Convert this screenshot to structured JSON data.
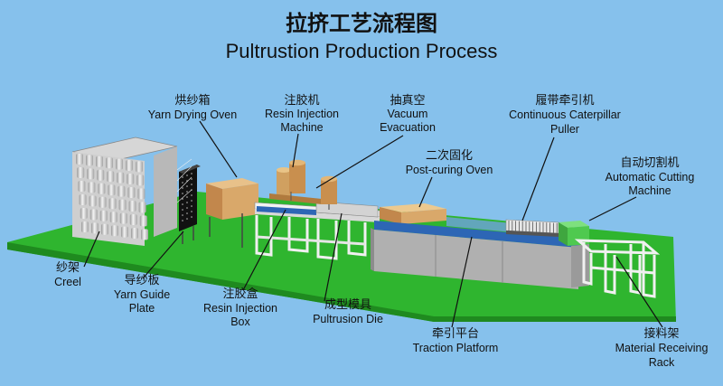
{
  "title": {
    "cn": "拉挤工艺流程图",
    "en": "Pultrustion Production Process"
  },
  "colors": {
    "background": "#86c1ec",
    "floor": "#2fb52f",
    "floor_edge": "#1f8a1f",
    "frame": "#f2f2f2",
    "oven": "#d9a86a",
    "rail": "#2d66b5",
    "gray_box": "#a8a8a8",
    "green_box": "#4fc94f"
  },
  "labels": [
    {
      "id": "yarn-drying-oven",
      "cn": "烘纱箱",
      "en": [
        "Yarn Drying Oven"
      ]
    },
    {
      "id": "resin-injection-machine",
      "cn": "注胶机",
      "en": [
        "Resin Injection",
        "Machine"
      ]
    },
    {
      "id": "vacuum-evacuation",
      "cn": "抽真空",
      "en": [
        "Vacuum",
        "Evacuation"
      ]
    },
    {
      "id": "continuous-caterpillar-puller",
      "cn": "履带牵引机",
      "en": [
        "Continuous Caterpillar",
        "Puller"
      ]
    },
    {
      "id": "post-curing-oven",
      "cn": "二次固化",
      "en": [
        "Post-curing Oven"
      ]
    },
    {
      "id": "automatic-cutting-machine",
      "cn": "自动切割机",
      "en": [
        "Automatic Cutting",
        "Machine"
      ]
    },
    {
      "id": "creel",
      "cn": "纱架",
      "en": [
        "Creel"
      ]
    },
    {
      "id": "yarn-guide-plate",
      "cn": "导纱板",
      "en": [
        "Yarn Guide",
        "Plate"
      ]
    },
    {
      "id": "resin-injection-box",
      "cn": "注胶盒",
      "en": [
        "Resin Injection",
        "Box"
      ]
    },
    {
      "id": "pultrusion-die",
      "cn": "成型模具",
      "en": [
        "Pultrusion Die"
      ]
    },
    {
      "id": "traction-platform",
      "cn": "牵引平台",
      "en": [
        "Traction Platform"
      ]
    },
    {
      "id": "material-receiving-rack",
      "cn": "接料架",
      "en": [
        "Material Receiving",
        "Rack"
      ]
    }
  ]
}
